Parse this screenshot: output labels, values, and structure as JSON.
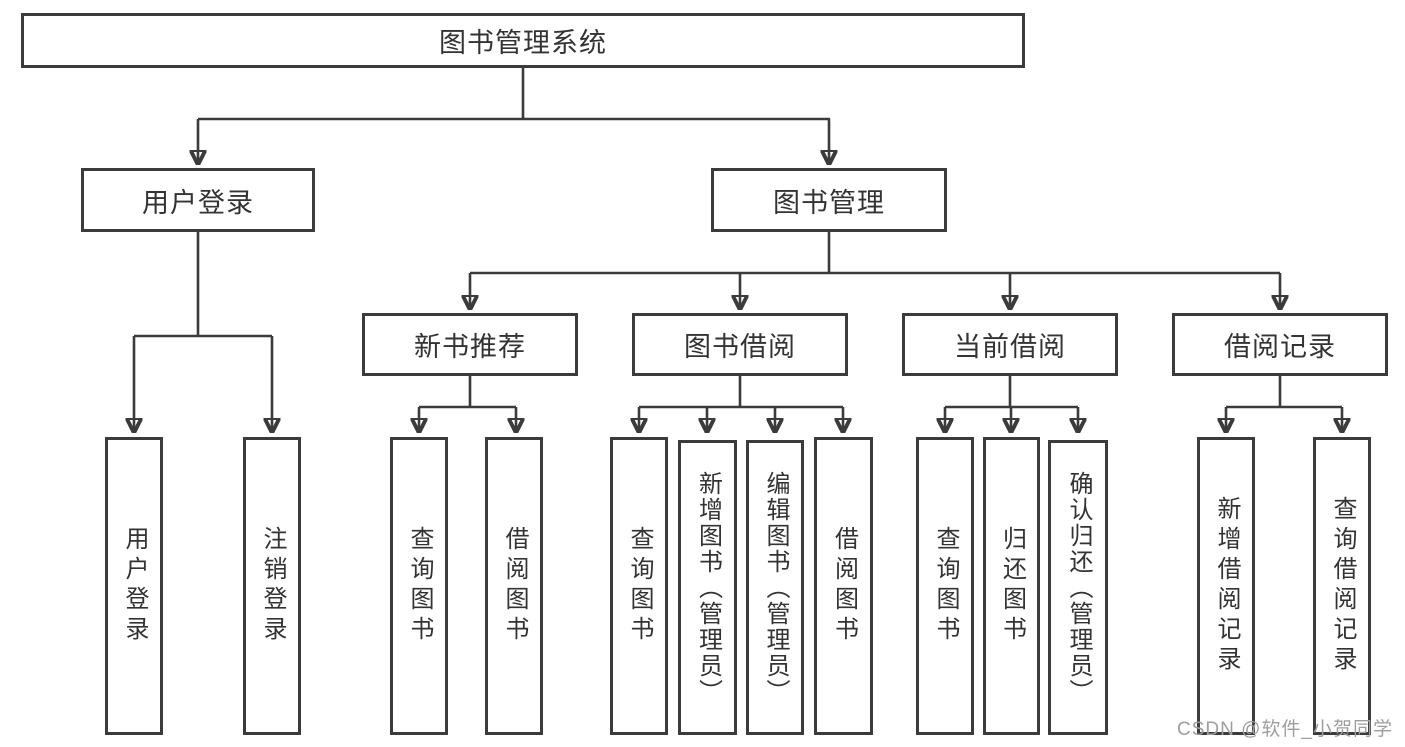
{
  "nodes": {
    "root": "图书管理系统",
    "user_login": "用户登录",
    "book_mgmt": "图书管理",
    "new_book_rec": "新书推荐",
    "book_borrow": "图书借阅",
    "current_borrow": "当前借阅",
    "borrow_record": "借阅记录",
    "leaves": {
      "user": [
        "用户登录",
        "注销登录"
      ],
      "newbook": [
        "查询图书",
        "借阅图书"
      ],
      "borrow": [
        "查询图书",
        "新增图书（管理员）",
        "编辑图书（管理员）",
        "借阅图书"
      ],
      "current": [
        "查询图书",
        "归还图书",
        "确认归还（管理员）"
      ],
      "record": [
        "新增借阅记录",
        "查询借阅记录"
      ]
    }
  },
  "watermark": "CSDN @软件_小贺同学",
  "colors": {
    "line": "#3b3b3b",
    "text": "#333333",
    "watermark": "#9e9e9e",
    "background": "#ffffff"
  }
}
